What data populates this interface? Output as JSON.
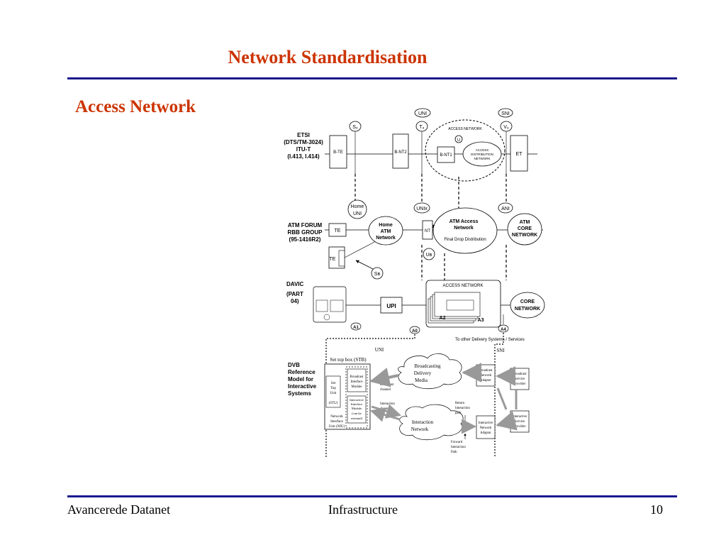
{
  "slide": {
    "title": "Network Standardisation",
    "subtitle": "Access Network",
    "footer_left": "Avancerede Datanet",
    "footer_center": "Infrastructure",
    "footer_right": "10",
    "accent_color": "#cc3300",
    "rule_color": "#1a1a8c"
  },
  "diagram": {
    "top_labels": {
      "uni": "UNI",
      "sni": "SNI"
    },
    "etsi": {
      "label": [
        "ETSI",
        "(DTS/TM-3024)",
        "ITU-T",
        "(I.413, I.414)"
      ],
      "b_te": "B-TE",
      "b_nt2": "B-NT2",
      "b_nt1": "B-NT1",
      "et": "ET",
      "sb": "S₈",
      "tb": "T₈",
      "u": "U",
      "vb": "V₈",
      "access_network": "ACCESS NETWORK",
      "access_distribution": [
        "ACCESS",
        "DISTRIBUTION",
        "NETWORK"
      ]
    },
    "atm_forum": {
      "label": [
        "ATM FORUM",
        "RBB GROUP",
        "(95-1416R2)"
      ],
      "home_uni": [
        "Home",
        "UNI"
      ],
      "unix": "UNIx",
      "ani": "ANI",
      "te1": "TE",
      "te2": "TE",
      "home_atm": [
        "Home",
        "ATM",
        "Network"
      ],
      "nt": "NT",
      "ub": "Uʙ",
      "sb": "Sʙ",
      "atm_access": [
        "ATM Access",
        "Network"
      ],
      "final_drop": "Final Drop Distribution",
      "atm_core": [
        "ATM",
        "CORE",
        "NETWORK"
      ]
    },
    "davic": {
      "label": [
        "DAVIC",
        "(PART",
        "04)"
      ],
      "upi": "UPI",
      "access_network": "ACCESS NETWORK",
      "a2": "A2",
      "a3": "A3",
      "a1": "A1",
      "a0": "A0",
      "a4": "A4",
      "core": [
        "CORE",
        "NETWORK"
      ],
      "to_other": "To other Delivery Systems / Services"
    },
    "dvb": {
      "label": [
        "DVB",
        "Reference",
        "Model for",
        "Interactive",
        "Systems"
      ],
      "uni": "UNI",
      "sni": "SNI",
      "stb": "Set top box (STB)",
      "set_top_unit": [
        "Set",
        "Top",
        "Unit",
        "(STU)"
      ],
      "broadcast_module": [
        "Broadcast",
        "Interface",
        "Module"
      ],
      "interactive_module": [
        "Interactive",
        "Interface",
        "Module",
        "(can be",
        "external)"
      ],
      "niu": [
        "Network",
        "Interface",
        "Unit (NIU)"
      ],
      "broadcast_channel": [
        "Broadcast",
        "channel"
      ],
      "interaction_channels": [
        "Interaction",
        "channels"
      ],
      "broadcasting_media": [
        "Broadcasting",
        "Delivery",
        "Media"
      ],
      "interaction_network": [
        "Interaction",
        "Network"
      ],
      "return_path": [
        "Return",
        "Interaction",
        "path"
      ],
      "forward_path": [
        "Forward",
        "Interaction",
        "Path"
      ],
      "bna": [
        "Broadcast",
        "Network",
        "Adaptor"
      ],
      "bsp": [
        "Broadcast",
        "Service",
        "Provider"
      ],
      "ina": [
        "Interactive",
        "Network",
        "Adaptor"
      ],
      "isp": [
        "Interactive",
        "Service",
        "Provider"
      ]
    }
  }
}
